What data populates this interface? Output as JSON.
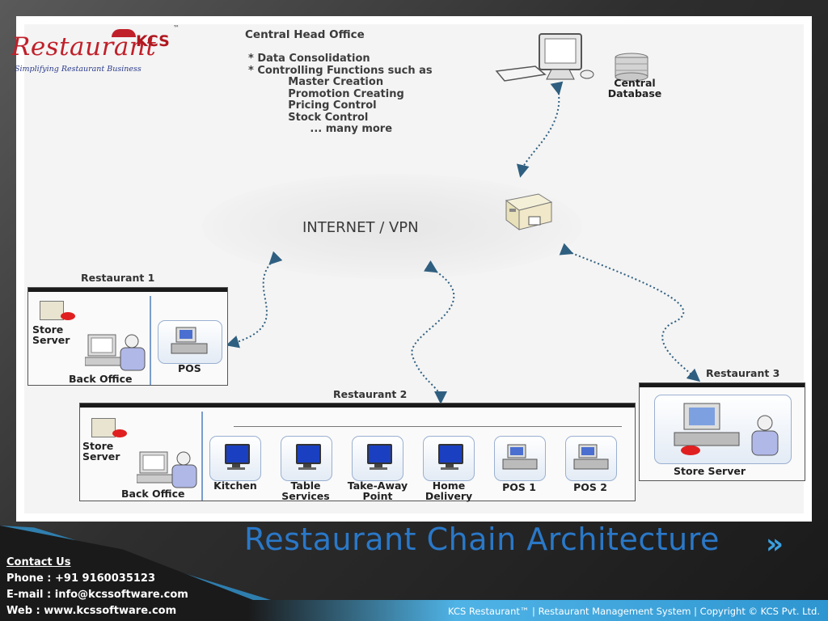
{
  "logo": {
    "name": "Restaurant",
    "kcs": "KCS",
    "tm": "™",
    "tagline": "Simplifying Restaurant Business"
  },
  "head_office": {
    "title": "Central Head Office",
    "lines": [
      "* Data Consolidation",
      "* Controlling Functions such as",
      "          Master Creation",
      "          Promotion Creating",
      "          Pricing Control",
      "          Stock Control",
      "                ... many more"
    ]
  },
  "central_database": "Central\nDatabase",
  "internet": "INTERNET / VPN",
  "restaurant1": {
    "title": "Restaurant 1",
    "store_server": "Store\nServer",
    "back_office": "Back Office",
    "pos": "POS"
  },
  "restaurant2": {
    "title": "Restaurant 2",
    "store_server": "Store\nServer",
    "back_office": "Back Office",
    "terminals": [
      "Kitchen",
      "Table\nServices",
      "Take-Away\nPoint",
      "Home\nDelivery",
      "POS 1",
      "POS 2"
    ]
  },
  "restaurant3": {
    "title": "Restaurant 3",
    "store_server": "Store Server"
  },
  "slide_title": "Restaurant Chain Architecture",
  "chevron": "»",
  "contact": {
    "heading": "Contact Us",
    "phone": "Phone : +91 9160035123",
    "email": "E-mail : info@kcssoftware.com",
    "web": "Web : www.kcssoftware.com"
  },
  "footer": "KCS Restaurant™ | Restaurant Management System | Copyright © KCS Pvt. Ltd.",
  "colors": {
    "accent": "#2a78c8",
    "logo_red": "#c0202a",
    "monitor_blue": "#1a3fc0",
    "band": "#4fb3e6"
  }
}
